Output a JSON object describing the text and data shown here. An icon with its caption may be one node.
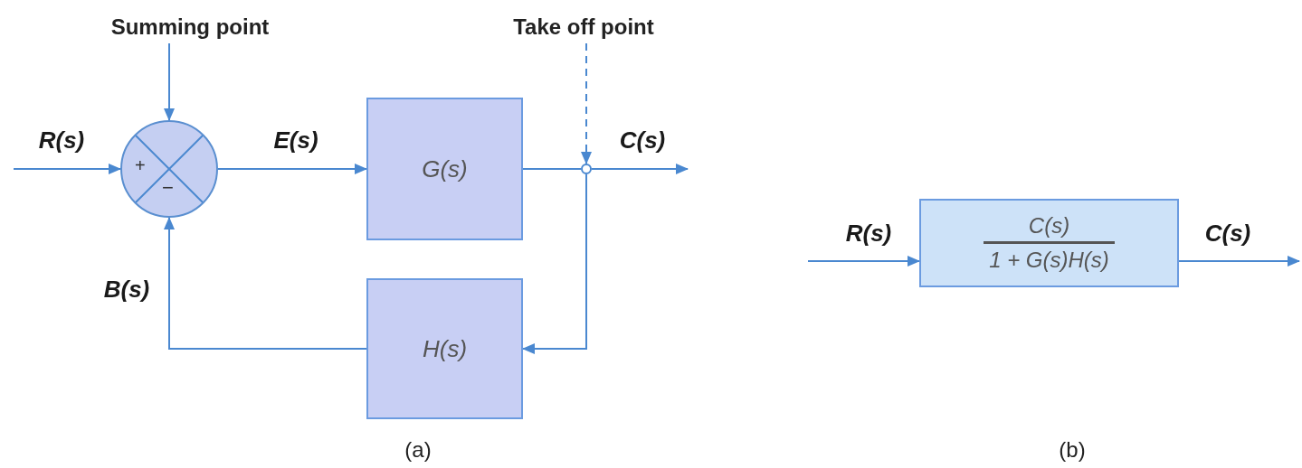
{
  "diagram": {
    "nodes": [
      {
        "text": [
          "Summing point"
        ]
      },
      {
        "text": [
          "+",
          "−"
        ]
      },
      {
        "text": [
          "G(s)"
        ]
      },
      {
        "text": [
          "Take off point"
        ]
      },
      {
        "text": [],
        "shape": "circle"
      },
      {
        "text": [
          "H(s)"
        ]
      },
      {
        "text": [
          "C(s)",
          "1 + G(s)H(s)"
        ]
      }
    ],
    "edges": [
      {
        "from": null,
        "to": 1,
        "arrow": "to",
        "label": "R(s)"
      },
      {
        "from": 0,
        "to": 1,
        "arrow": "to"
      },
      {
        "from": 1,
        "to": 2,
        "arrow": "to",
        "label": "E(s)"
      },
      {
        "from": 2,
        "to": 4,
        "arrow": "none"
      },
      {
        "from": 3,
        "to": 4,
        "arrow": "to",
        "style": "dashed"
      },
      {
        "from": 4,
        "to": null,
        "arrow": "to",
        "label": "C(s)"
      },
      {
        "from": 4,
        "to": 5,
        "arrow": "to"
      },
      {
        "from": 5,
        "to": 1,
        "arrow": "to",
        "label": "B(s)"
      },
      {
        "from": null,
        "to": 6,
        "arrow": "to",
        "label": "R(s)"
      },
      {
        "from": 6,
        "to": null,
        "arrow": "to",
        "label": "C(s)"
      }
    ],
    "labels": [
      "(a)",
      "(b)"
    ]
  }
}
